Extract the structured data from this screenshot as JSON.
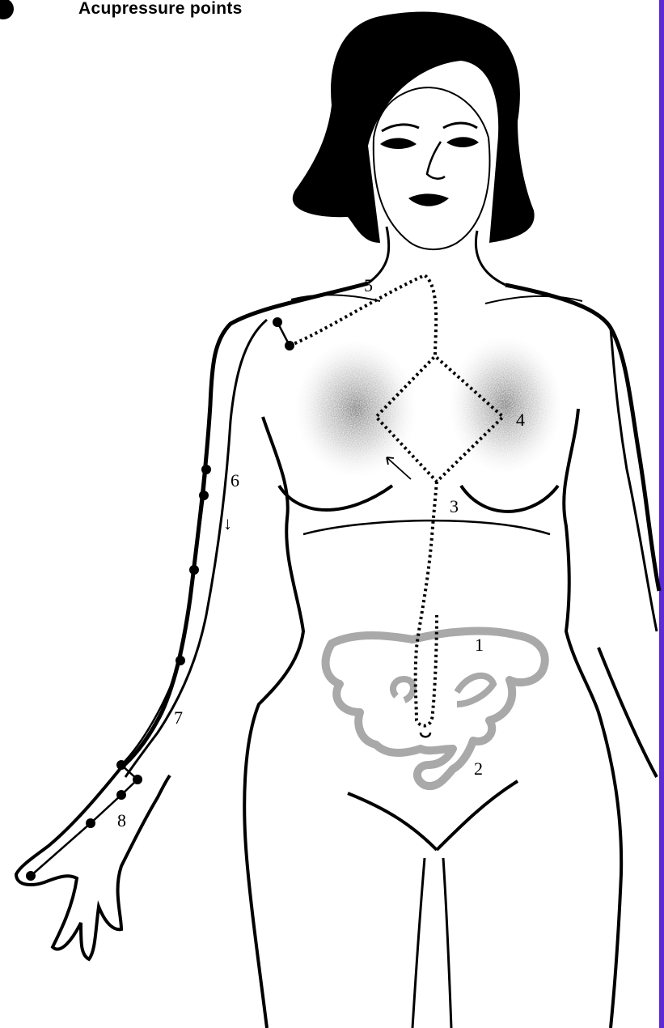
{
  "legend": {
    "label": "Acupressure points",
    "icon": "filled-dot-icon"
  },
  "labels": {
    "n1": "1",
    "n2": "2",
    "n3": "3",
    "n4": "4",
    "n5": "5",
    "n6": "6",
    "n7": "7",
    "n8": "8",
    "arrow_down": "↓"
  },
  "colors": {
    "border_accent": "#5d2bd6",
    "line": "#000000",
    "shading": "#7f7f7f"
  }
}
